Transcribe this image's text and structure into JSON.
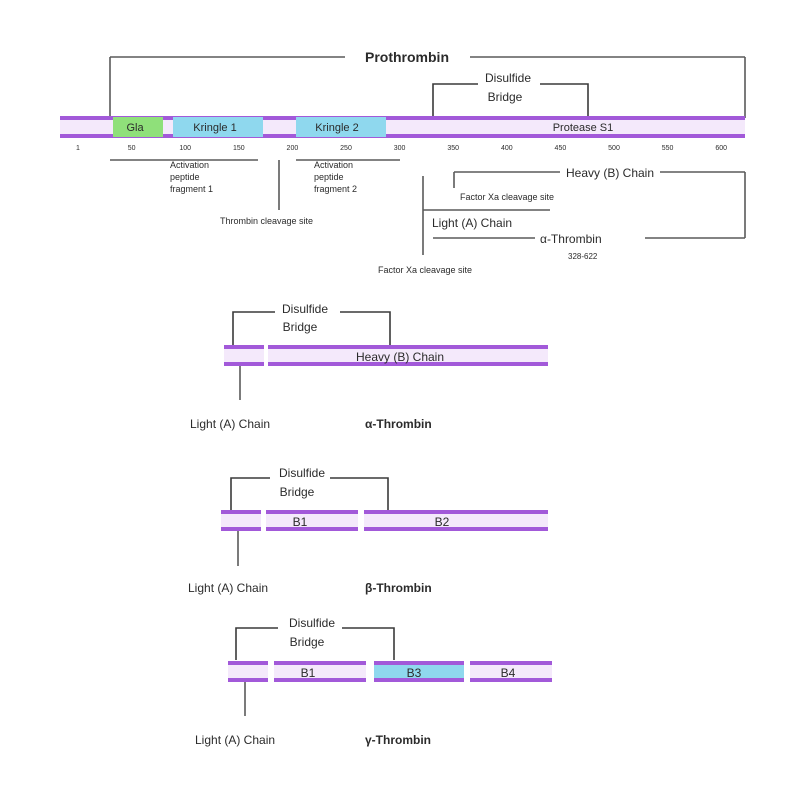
{
  "colors": {
    "chain": "#a259d9",
    "gla": "#8fe07a",
    "kringle": "#8fd8ee",
    "chain_fill": "#f4e9fb"
  },
  "top": {
    "prothrombin_label": "Prothrombin",
    "disulfide_label_1": "Disulfide",
    "disulfide_label_2": "Bridge",
    "gla_label": "Gla",
    "kringle1_label": "Kringle 1",
    "kringle2_label": "Kringle 2",
    "protease_label": "Protease S1",
    "tick_labels": [
      "1",
      "50",
      "100",
      "150",
      "200",
      "250",
      "300",
      "350",
      "400",
      "450",
      "500",
      "550",
      "600"
    ],
    "activation1_lines": [
      "Activation",
      "peptide",
      "fragment 1"
    ],
    "activation2_lines": [
      "Activation",
      "peptide",
      "fragment 2"
    ],
    "thrombin_cleavage": "Thrombin cleavage site",
    "heavy_chain": "Heavy (B) Chain",
    "factor_xa_cleavage_1": "Factor Xa cleavage site",
    "light_chain": "Light (A) Chain",
    "alpha_thrombin": "α-Thrombin",
    "alpha_range": "328-622",
    "factor_xa_cleavage_2": "Factor Xa cleavage site"
  },
  "alpha": {
    "disulfide_1": "Disulfide",
    "disulfide_2": "Bridge",
    "heavy": "Heavy (B) Chain",
    "light": "Light (A) Chain",
    "name": "α-Thrombin"
  },
  "beta": {
    "disulfide_1": "Disulfide",
    "disulfide_2": "Bridge",
    "b1": "B1",
    "b2": "B2",
    "light": "Light (A) Chain",
    "name": "β-Thrombin"
  },
  "gamma": {
    "disulfide_1": "Disulfide",
    "disulfide_2": "Bridge",
    "b1": "B1",
    "b3": "B3",
    "b4": "B4",
    "light": "Light (A) Chain",
    "name": "γ-Thrombin"
  }
}
